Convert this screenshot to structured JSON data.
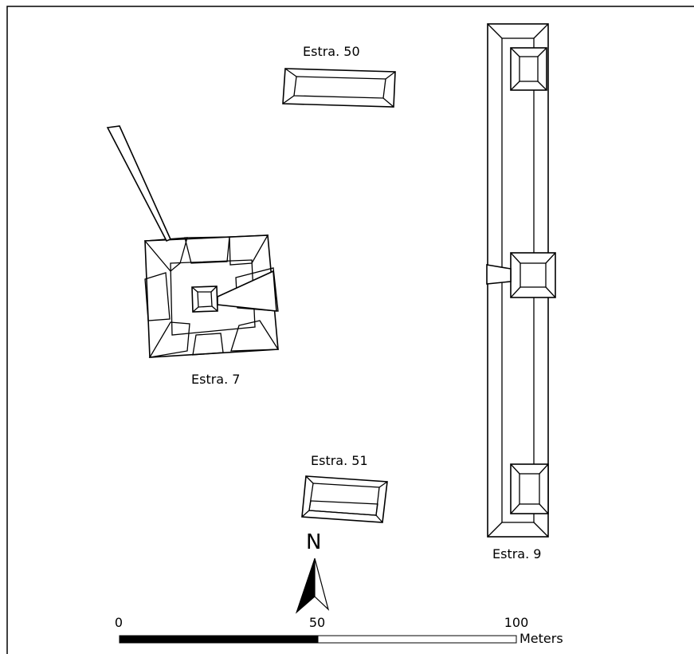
{
  "map": {
    "structures": [
      {
        "id": "estra-50",
        "label": "Estra. 50"
      },
      {
        "id": "estra-7",
        "label": "Estra. 7"
      },
      {
        "id": "estra-51",
        "label": "Estra. 51"
      },
      {
        "id": "estra-9",
        "label": "Estra. 9"
      }
    ],
    "north_arrow": {
      "label": "N"
    },
    "scale_bar": {
      "ticks": [
        "0",
        "50",
        "100"
      ],
      "unit": "Meters",
      "segments": [
        {
          "from": 0,
          "to": 50,
          "fill": "#000000"
        },
        {
          "from": 50,
          "to": 100,
          "fill": "#ffffff"
        }
      ]
    }
  }
}
